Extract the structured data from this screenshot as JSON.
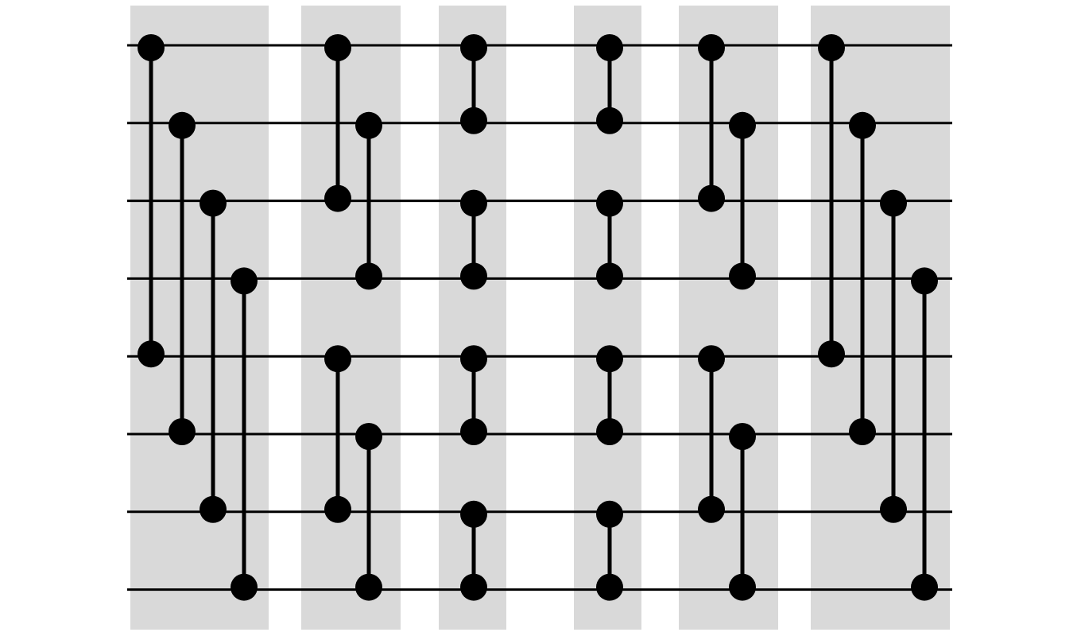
{
  "diagram": {
    "type": "sorting-network",
    "wire_count": 8,
    "colors": {
      "stage_band": "#d9d9d9",
      "wire": "#000000",
      "comparator": "#000000",
      "background": "#ffffff"
    },
    "stages": [
      {
        "comparators": [
          [
            0,
            4
          ],
          [
            1,
            5
          ],
          [
            2,
            6
          ],
          [
            3,
            7
          ]
        ]
      },
      {
        "comparators": [
          [
            0,
            2
          ],
          [
            1,
            3
          ],
          [
            4,
            6
          ],
          [
            5,
            7
          ]
        ]
      },
      {
        "comparators": [
          [
            0,
            1
          ],
          [
            2,
            3
          ],
          [
            4,
            5
          ],
          [
            6,
            7
          ]
        ]
      },
      {
        "comparators": [
          [
            0,
            1
          ],
          [
            2,
            3
          ],
          [
            4,
            5
          ],
          [
            6,
            7
          ]
        ]
      },
      {
        "comparators": [
          [
            0,
            2
          ],
          [
            1,
            3
          ],
          [
            4,
            6
          ],
          [
            5,
            7
          ]
        ]
      },
      {
        "comparators": [
          [
            0,
            4
          ],
          [
            1,
            5
          ],
          [
            2,
            6
          ],
          [
            3,
            7
          ]
        ]
      }
    ]
  }
}
